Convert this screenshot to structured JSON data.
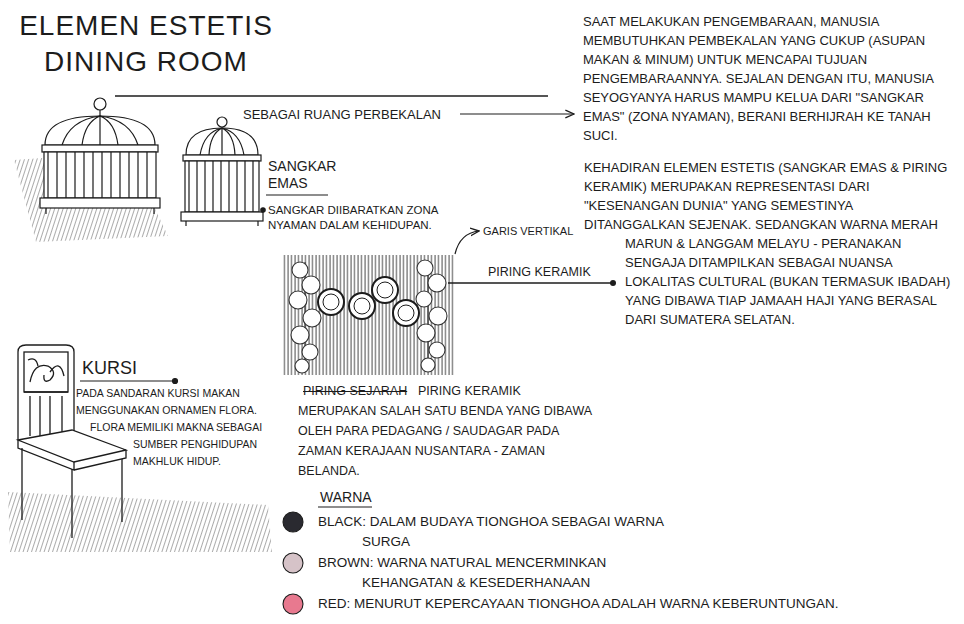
{
  "diagram": {
    "title": "ELEMEN ESTETIS DINING ROOM",
    "labels": [
      "SEBAGAI RUANG PERBEKALAN",
      "SAAT MELAKUKAN PENGEMBARAAN, MANUSIA MEMBUTUHKAN PEMBEKALAN YANG CUKUP (ASUPAN MAKAN & MINUM) UNTUK MENCAPAI TUJUAN PENGEMBARAANNYA. SEJALAN DENGAN ITU, MANUSIA SEYOGYANYA HARUS MAMPU KELUA DARI \"SANGKAR EMAS\" (ZONA NYAMAN), BERANI BERHIJRAH KE TANAH SUCI.",
      "KEHADIRAN ELEMEN ESTETIS (SANGKAR EMAS & PIRING KERAMIK) MERUPAKAN REPRESENTASI DARI \"KESENANGAN DUNIA\" YANG SEMESTINYA DITANGGALKAN SEJENAK. SEDANGKAN WARNA MERAH MARUN & LANGGAM MELAYU - PERANAKAN SENGAJA DITAMPILKAN SEBAGAI NUANSA LOKALITAS CULTURAL (BUKAN TERMASUK IBADAH) YANG DIBAWA TIAP JAMAAH HAJI YANG BERASAL DARI SUMATERA SELATAN.",
      "SANGKAR EMAS",
      "SANGKAR DIIBARATKAN ZONA NYAMAN DALAM KEHIDUPAN.",
      "GARIS VERTIKAL",
      "PIRING KERAMIK",
      "PIRING SEJARAH",
      "PIRING KERAMIK MERUPAKAN SALAH SATU BENDA YANG DIBAWA OLEH PARA PEDAGANG / SAUDAGAR PADA ZAMAN KERAJAAN NUSANTARA - ZAMAN BELANDA.",
      "KURSI",
      "PADA SANDARAN KURSI MAKAN MENGGUNAKAN ORNAMEN FLORA. FLORA MEMILIKI MAKNA SEBAGAI SUMBER PENGHIDUPAN MAKHLUK HIDUP.",
      "WARNA"
    ],
    "legend": [
      {
        "text": "BLACK: DALAM BUDAYA TIONGHOA SEBAGAI WARNA SURGA",
        "color": "#2a2a30"
      },
      {
        "text": "BROWN: WARNA NATURAL MENCERMINKAN KEHANGATAN & KESEDERHANAAN",
        "color": "#d6c3c8"
      },
      {
        "text": "RED: MENURUT KEPERCAYAAN TIONGHOA ADALAH WARNA KEBERUNTUNGAN.",
        "color": "#e8798f"
      }
    ]
  }
}
